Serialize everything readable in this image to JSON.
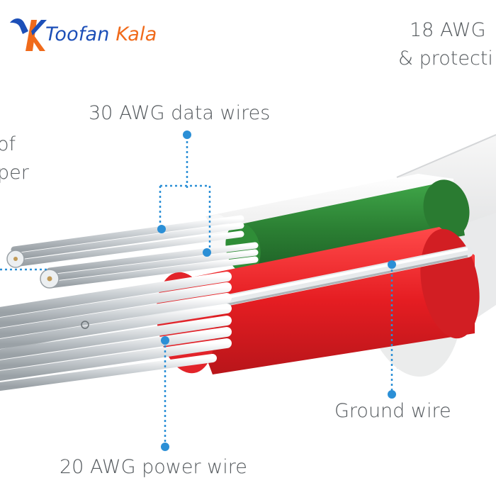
{
  "brand": {
    "name_part1": "Toofan",
    "name_part2": "Kala",
    "logo_icon": "k-swoosh-logo",
    "colors": {
      "blue": "#1c4fb8",
      "orange": "#f06a1a"
    }
  },
  "labels": {
    "top_right_line1": "18 AWG",
    "top_right_line2": "& protecti",
    "data_wires": "30 AWG data wires",
    "left_partial_line1": "of",
    "left_partial_line2": "per",
    "ground_wire": "Ground wire",
    "power_wire": "20 AWG power wire"
  },
  "colors": {
    "label_text": "#555a5e",
    "pointer_blue": "#2b8fd6",
    "green_insulation": "#2f8a38",
    "red_insulation": "#e8262b",
    "white_insulation": "#f4f4f4",
    "copper_strands": "#d9dde0"
  }
}
